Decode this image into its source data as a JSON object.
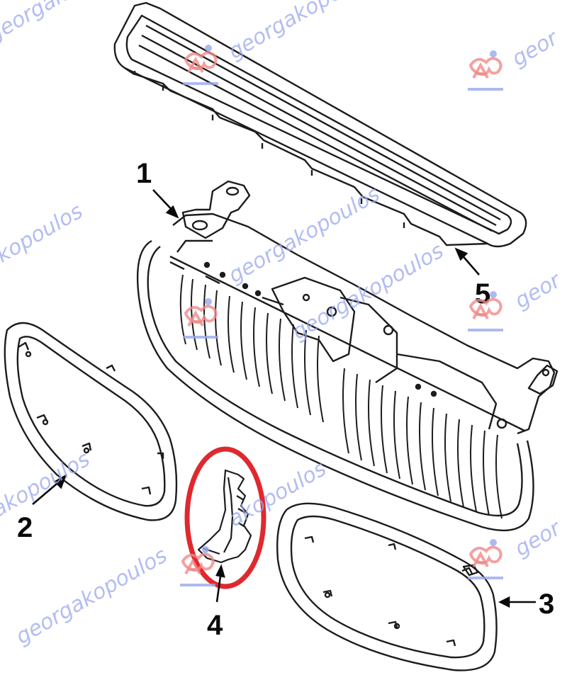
{
  "diagram": {
    "callouts": [
      {
        "id": "1",
        "label": "1"
      },
      {
        "id": "2",
        "label": "2"
      },
      {
        "id": "3",
        "label": "3"
      },
      {
        "id": "4",
        "label": "4"
      },
      {
        "id": "5",
        "label": "5"
      }
    ],
    "highlight_color": "#e0282f",
    "line_color": "#1c1c1c",
    "watermark": {
      "fragments": [
        "georgakopoulos",
        "georgakopoulos",
        "georgakopoulos",
        "gakopoulos",
        "gakopoulos",
        "akopoulos",
        "georgakopoulos",
        "georgakopoulos",
        "geor",
        "geor",
        "geor"
      ],
      "text_color": "#9aa8ee",
      "logo_color": "#f08a8a"
    }
  }
}
